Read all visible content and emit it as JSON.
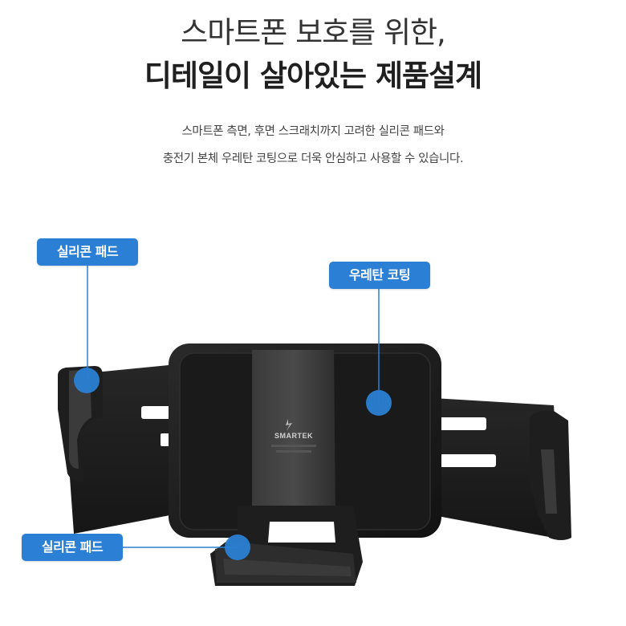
{
  "heading": {
    "line1": "스마트폰 보호를 위한,",
    "line2": "디테일이 살아있는 제품설계"
  },
  "description": {
    "line1": "스마트폰 측면, 후면 스크래치까지 고려한 실리콘 패드와",
    "line2": "충전기 본체 우레탄 코팅으로 더욱 안심하고 사용할 수 있습니다."
  },
  "callouts": {
    "silicone_top": "실리콘 패드",
    "urethane": "우레탄 코팅",
    "silicone_bottom": "실리콘 패드"
  },
  "product": {
    "brand": "SMARTEK"
  },
  "colors": {
    "callout_bg": "#2b7fd4",
    "callout_dot": "#2b7fd4",
    "leader_line": "#2b7fd4",
    "product_body": "#1c1c1c"
  }
}
